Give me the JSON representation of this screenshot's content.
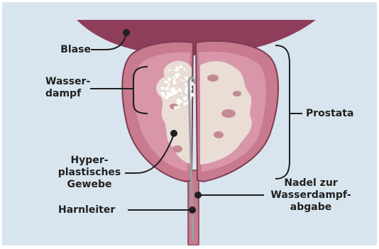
{
  "colors": {
    "background": "#d9e5ee",
    "outer_tissue": "#c87a8e",
    "outer_outline": "#7d3d52",
    "inner_tissue": "#d896a8",
    "hyperplastic": "#e9ddd6",
    "hyperplastic_spots": "#c48a92",
    "bladder": "#8e3d5a",
    "urethra": "#c67a8c",
    "needle": "#9aa0a6",
    "vapor_dots": "#ffffff",
    "leader_lines": "#1f1f1f"
  },
  "labels": {
    "bladder": "Blase",
    "vapor": [
      "Wasser-",
      "dampf"
    ],
    "prostate": "Prostata",
    "hyperplastic_tissue": [
      "Hyper-",
      "plastisches",
      "Gewebe"
    ],
    "needle": [
      "Nadel zur",
      "Wasserdampf-",
      "abgabe"
    ],
    "urethra": "Harnleiter"
  }
}
